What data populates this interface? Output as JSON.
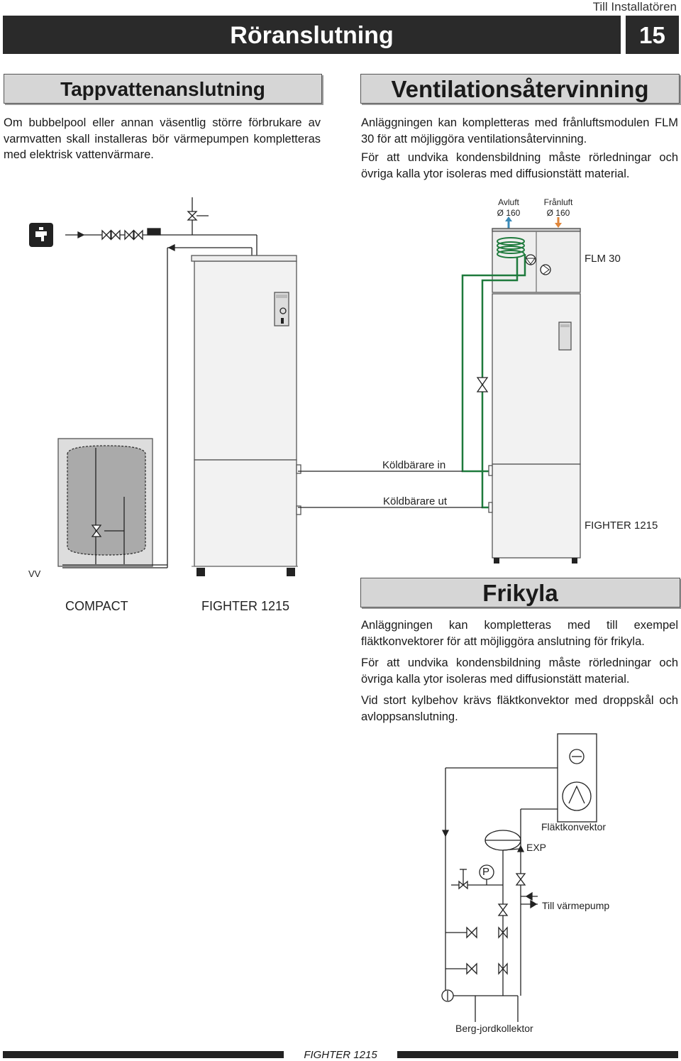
{
  "header": {
    "section_label": "Till Installatören",
    "title": "Röranslutning",
    "page_number": "15"
  },
  "tappvatten": {
    "title": "Tappvattenanslutning",
    "text": "Om bubbelpool eller annan väsentlig större förbrukare av varmvatten skall installeras bör värmepumpen kompletteras med elektrisk vattenvärmare.",
    "label_vv": "VV",
    "label_compact": "COMPACT",
    "label_fighter": "FIGHTER 1215",
    "tap_icon": "water-tap-icon"
  },
  "ventilation": {
    "title": "Ventilationsåtervinning",
    "text1": "Anläggningen kan kompletteras med frånluftsmodulen FLM 30 för att möjliggöra ventilationsåtervinning.",
    "text2": "För att undvika kondensbildning måste rörledningar och övriga kalla ytor isoleras med diffusionstätt material.",
    "avluft": "Avluft",
    "avluft_dim": "Ø 160",
    "franluft": "Frånluft",
    "franluft_dim": "Ø 160",
    "flm": "FLM 30",
    "koldbarare_in": "Köldbärare in",
    "koldbarare_ut": "Köldbärare ut",
    "fighter": "FIGHTER 1215",
    "accent_colors": {
      "pipe_green": "#1e7a3c",
      "avluft_arrow": "#3a8ab8",
      "franluft_arrow": "#e0863a"
    }
  },
  "frikyla": {
    "title": "Frikyla",
    "text1": "Anläggningen kan kompletteras med till exempel fläktkonvektorer för att möjliggöra anslutning för frikyla.",
    "text2": "För att undvika kondensbildning måste rörledningar och övriga kalla ytor isoleras med diffusionstätt material.",
    "text3": "Vid stort kylbehov krävs fläktkonvektor med droppskål och avloppsanslutning.",
    "flaktkonvektor": "Fläktkonvektor",
    "exp": "EXP",
    "p": "P",
    "till_varmepump": "Till värmepump",
    "berg": "Berg-jordkollektor"
  },
  "footer": {
    "text": "FIGHTER 1215"
  }
}
